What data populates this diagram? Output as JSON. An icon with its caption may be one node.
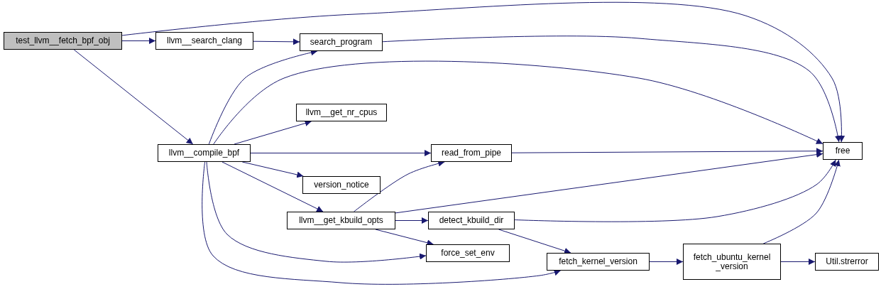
{
  "diagram": {
    "nodes": [
      {
        "text": [
          "test_llvm__fetch_bpf_obj"
        ]
      },
      {
        "text": [
          "llvm__search_clang"
        ]
      },
      {
        "text": [
          "search_program"
        ]
      },
      {
        "text": [
          "llvm__compile_bpf"
        ]
      },
      {
        "text": [
          "llvm__get_nr_cpus"
        ]
      },
      {
        "text": [
          "read_from_pipe"
        ]
      },
      {
        "text": [
          "version_notice"
        ]
      },
      {
        "text": [
          "llvm__get_kbuild_opts"
        ]
      },
      {
        "text": [
          "detect_kbuild_dir"
        ]
      },
      {
        "text": [
          "force_set_env"
        ]
      },
      {
        "text": [
          "fetch_kernel_version"
        ]
      },
      {
        "text": [
          "fetch_ubuntu_kernel _version"
        ]
      },
      {
        "text": [
          "Util.strerror"
        ]
      },
      {
        "text": [
          "free"
        ]
      }
    ],
    "edges": [
      {
        "from": 0,
        "to": 1,
        "arrow": "to"
      },
      {
        "from": 0,
        "to": 13,
        "arrow": "to"
      },
      {
        "from": 0,
        "to": 3,
        "arrow": "to"
      },
      {
        "from": 1,
        "to": 2,
        "arrow": "to"
      },
      {
        "from": 2,
        "to": 13,
        "arrow": "to"
      },
      {
        "from": 3,
        "to": 2,
        "arrow": "to"
      },
      {
        "from": 3,
        "to": 13,
        "arrow": "to"
      },
      {
        "from": 3,
        "to": 4,
        "arrow": "to"
      },
      {
        "from": 3,
        "to": 5,
        "arrow": "to"
      },
      {
        "from": 3,
        "to": 6,
        "arrow": "to"
      },
      {
        "from": 3,
        "to": 7,
        "arrow": "to"
      },
      {
        "from": 3,
        "to": 9,
        "arrow": "to"
      },
      {
        "from": 3,
        "to": 10,
        "arrow": "to"
      },
      {
        "from": 5,
        "to": 13,
        "arrow": "to"
      },
      {
        "from": 7,
        "to": 5,
        "arrow": "to"
      },
      {
        "from": 7,
        "to": 13,
        "arrow": "to"
      },
      {
        "from": 7,
        "to": 8,
        "arrow": "to"
      },
      {
        "from": 7,
        "to": 9,
        "arrow": "to"
      },
      {
        "from": 8,
        "to": 10,
        "arrow": "to"
      },
      {
        "from": 8,
        "to": 13,
        "arrow": "to"
      },
      {
        "from": 10,
        "to": 11,
        "arrow": "to"
      },
      {
        "from": 11,
        "to": 13,
        "arrow": "to"
      },
      {
        "from": 11,
        "to": 12,
        "arrow": "to"
      }
    ]
  }
}
